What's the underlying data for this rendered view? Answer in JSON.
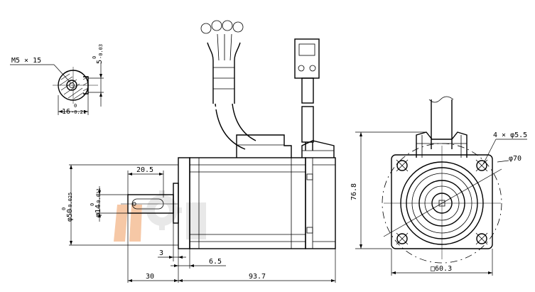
{
  "labels": {
    "thread": "M5 × 15",
    "key_width_base": "5",
    "key_width_tol_upper": "0",
    "key_width_tol_lower": "-0.03",
    "key_height_base": "16",
    "key_height_tol_upper": "0",
    "key_height_tol_lower": "-0.21",
    "key_length": "20.5",
    "flange_dia_prefix": "φ",
    "flange_dia_base": "50",
    "flange_dia_tol_upper": "0",
    "flange_dia_tol_lower": "-0.025",
    "shaft_dia_prefix": "φ",
    "shaft_dia_base": "14",
    "shaft_dia_tol_upper": "0",
    "shaft_dia_tol_lower": "-0.011",
    "boss_thickness": "3",
    "flange_thickness": "6.5",
    "shaft_length": "30",
    "body_length": "93.7",
    "height": "76.8",
    "mount_holes": "4 × φ5.5",
    "pitch_circle": "φ70",
    "square_size": "□60.3"
  },
  "watermark": {
    "color_main": "#e8e8e8",
    "color_accent": "#f6c8a6"
  }
}
